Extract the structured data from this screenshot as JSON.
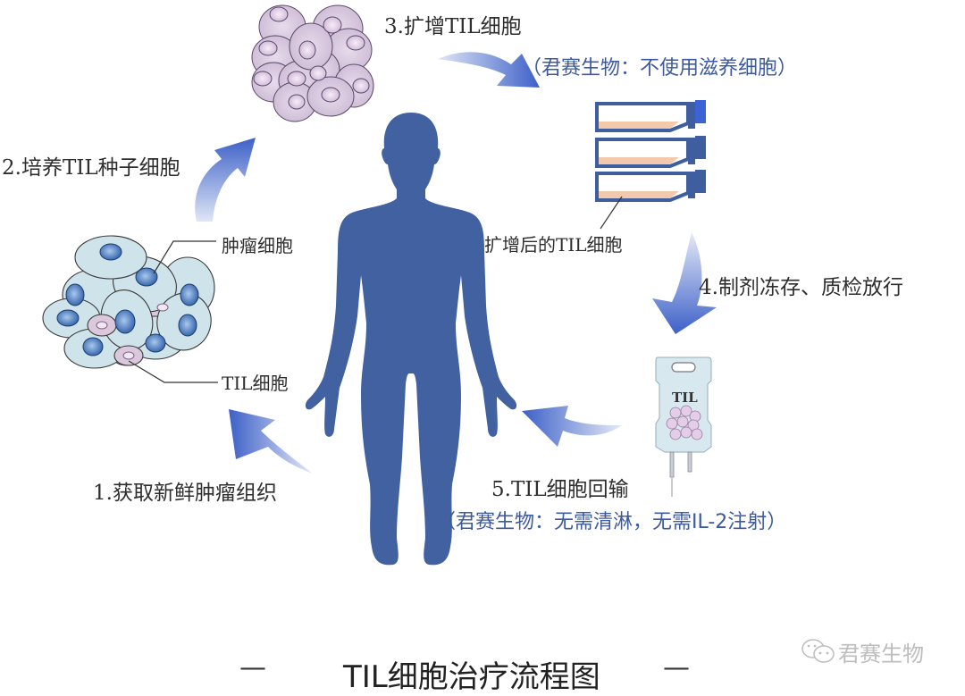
{
  "steps": [
    {
      "number": "1.",
      "label": "获取新鲜肿瘤组织"
    },
    {
      "number": "2.",
      "label": "培养TIL种子细胞"
    },
    {
      "number": "3.",
      "label": "扩增TIL细胞",
      "note": "（君赛生物：不使用滋养细胞）"
    },
    {
      "number": "4.",
      "label": "制剂冻存、质检放行"
    },
    {
      "number": "5.",
      "label": "TIL细胞回输",
      "note": "（君赛生物：无需清淋，无需IL-2注射）"
    }
  ],
  "callouts": {
    "tumor_cell": "肿瘤细胞",
    "til_cell": "TIL细胞",
    "expanded_cells": "扩增后的TIL细胞",
    "bag_label": "TIL"
  },
  "title": {
    "dash_left": "—",
    "text": "TIL细胞治疗流程图",
    "dash_right": "—"
  },
  "watermark": {
    "icon": "wechat-icon",
    "text": "君赛生物"
  },
  "colors": {
    "figure": "#4161a0",
    "arrow_start": "#3f63c9",
    "note_text": "#3d5a9e",
    "tumor_cell_fill": "#cfe3ea",
    "tumor_nucleus": "#3a6fb5",
    "til_cell_fill": "#dcc8dc",
    "flask_outline": "#3e5ea0",
    "flask_medium": "#f3c9ad"
  }
}
